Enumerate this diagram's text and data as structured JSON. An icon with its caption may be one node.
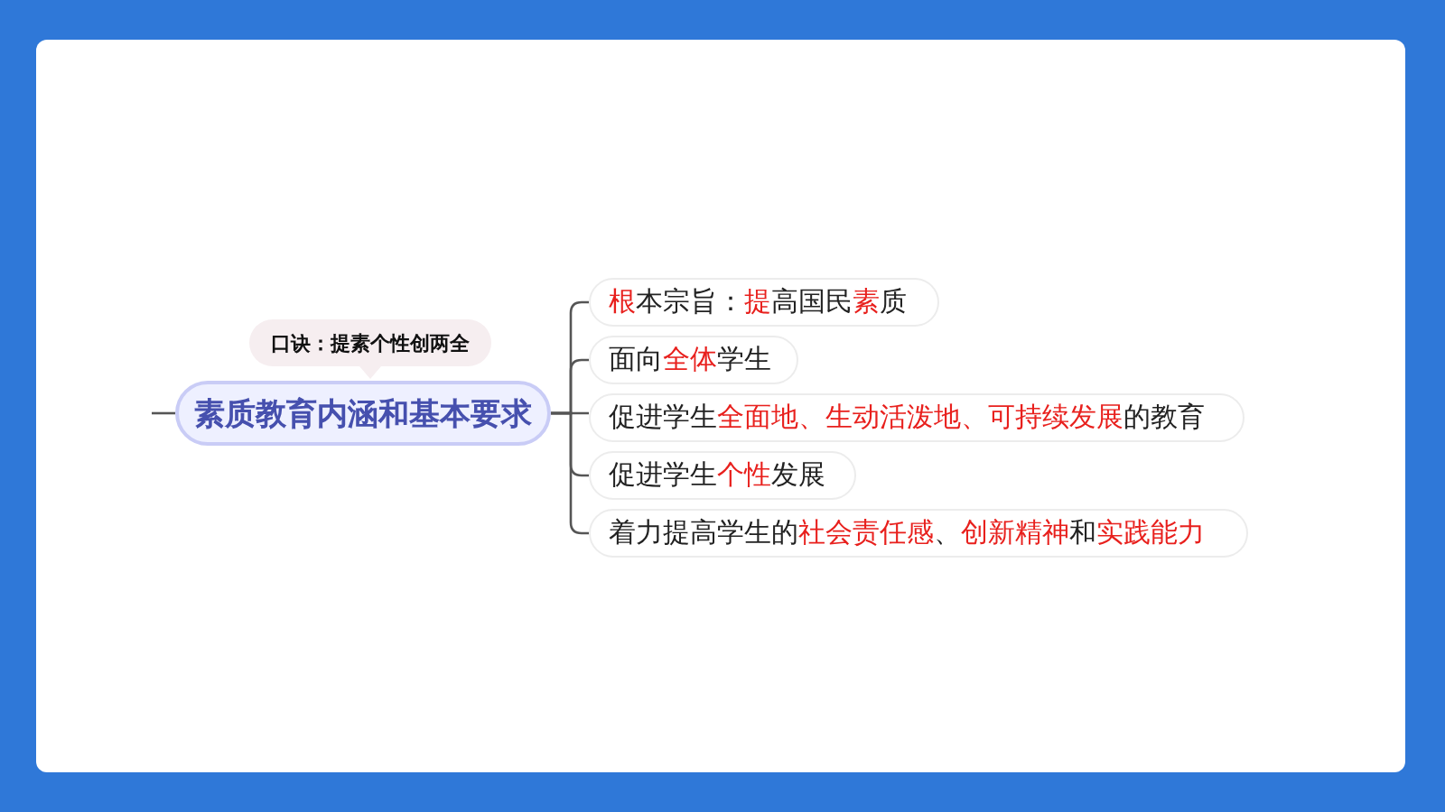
{
  "diagram": {
    "nodes": [
      {
        "text": [
          "素质教育内涵和基本要求"
        ]
      },
      {
        "text": [
          "口诀：提素个性创两全"
        ]
      },
      {
        "text": [
          "**根**本宗旨：**提**高国民**素**质"
        ]
      },
      {
        "text": [
          "面向**全体**学生"
        ]
      },
      {
        "text": [
          "促进学生**全面地、生动活泼地、可持续发展**的教育"
        ]
      },
      {
        "text": [
          "促进学生**个性**发展"
        ]
      },
      {
        "text": [
          "着力提高学生的**社会责任感**、**创新精神**和**实践能力**"
        ]
      }
    ],
    "edges": [
      {
        "from": null,
        "to": 0,
        "arrow": "none"
      },
      {
        "from": 0,
        "to": 2,
        "arrow": "none"
      },
      {
        "from": 0,
        "to": 3,
        "arrow": "none"
      },
      {
        "from": 0,
        "to": 4,
        "arrow": "none"
      },
      {
        "from": 0,
        "to": 5,
        "arrow": "none"
      },
      {
        "from": 0,
        "to": 6,
        "arrow": "none"
      }
    ]
  }
}
